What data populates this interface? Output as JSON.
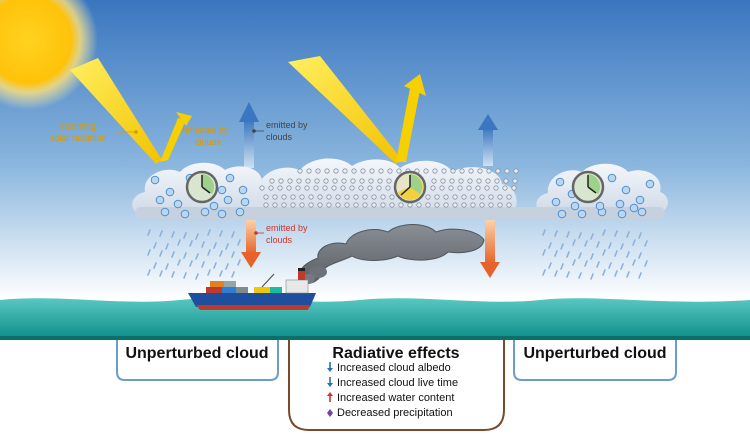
{
  "labels": {
    "incoming_line1": "incoming",
    "incoming_line2": "solar radiation",
    "reflected_line1": "reflected by",
    "reflected_line2": "clouds",
    "emitted_up_line1": "emitted by",
    "emitted_up_line2": "clouds",
    "emitted_down_line1": "emitted by",
    "emitted_down_line2": "clouds"
  },
  "panels": {
    "left_title": "Unperturbed cloud",
    "right_title": "Unperturbed cloud",
    "center_title": "Radiative effects"
  },
  "effects": [
    {
      "text": "Increased cloud albedo",
      "marker": "down-arrow",
      "color": "#2a6fb5"
    },
    {
      "text": "Increased cloud live time",
      "marker": "down-arrow",
      "color": "#2a6fb5"
    },
    {
      "text": "Increased water content",
      "marker": "up-arrow",
      "color": "#d0342c"
    },
    {
      "text": "Decreased precipitation",
      "marker": "diamond",
      "color": "#7a3fa0"
    }
  ],
  "colors": {
    "incoming_label": "#d99a00",
    "reflected_label": "#d99a00",
    "emitted_up_label": "#444444",
    "emitted_down_label": "#d0342c",
    "panel_side_border": "#6a9ccc",
    "panel_center_border": "#7a4a2a"
  }
}
